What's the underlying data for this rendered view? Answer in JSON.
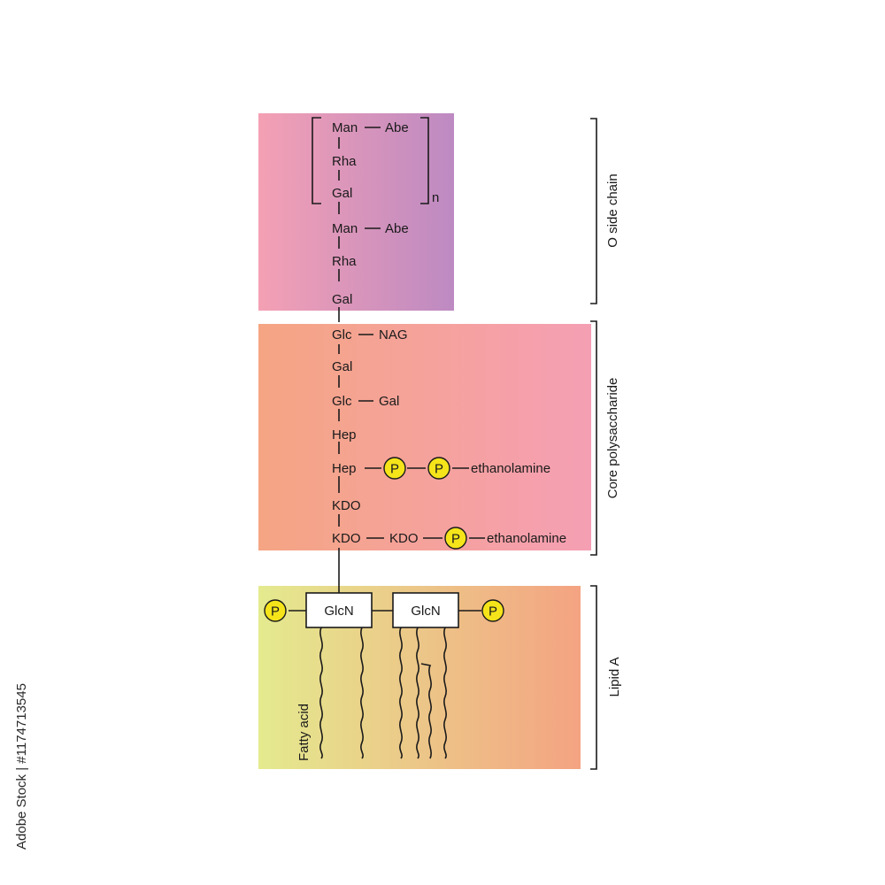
{
  "colors": {
    "o_chain_left": "#f4a0b4",
    "o_chain_right": "#bd8ac2",
    "core_left": "#f5a583",
    "core_right": "#f59fb4",
    "lipid_left": "#e4ea8e",
    "lipid_right": "#f4a382",
    "phosphate_fill": "#f5e41a",
    "line": "#1a1a1a"
  },
  "o_side_chain": {
    "repeat_unit": [
      "Man",
      "Rha",
      "Gal"
    ],
    "repeat_branch": "Abe",
    "repeat_subscript": "n",
    "chain": [
      "Man",
      "Rha",
      "Gal"
    ],
    "chain_branch": "Abe"
  },
  "core": {
    "glc1": "Glc",
    "glc1_branch": "NAG",
    "gal": "Gal",
    "glc2": "Glc",
    "glc2_branch": "Gal",
    "hep1": "Hep",
    "hep2": "Hep",
    "hep2_branch": "ethanolamine",
    "kdo1": "KDO",
    "kdo2": "KDO",
    "kdo2_branch_kdo": "KDO",
    "kdo2_branch_end": "ethanolamine"
  },
  "lipid_a": {
    "glcn_left": "GlcN",
    "glcn_right": "GlcN",
    "fatty_acid_label": "Fatty acid"
  },
  "phosphate_symbol": "P",
  "sections": {
    "o_side_chain": "O side chain",
    "core": "Core polysaccharide",
    "lipid_a": "Lipid A"
  },
  "stock_credit": "Adobe Stock | #1174713545"
}
